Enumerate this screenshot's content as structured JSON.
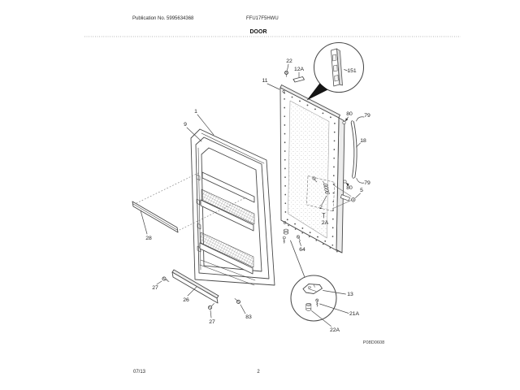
{
  "header": {
    "publication_no": "Publication No. 5995634368",
    "model": "FFU17F5HWU",
    "section_title": "DOOR"
  },
  "footer": {
    "date_code": "07/13",
    "page_number": "2"
  },
  "diagram": {
    "drawing_code": "P08D0608",
    "colors": {
      "ink": "#4a4a4a",
      "paper": "#ffffff"
    },
    "parts": {
      "p1": "1",
      "p9": "9",
      "p11": "11",
      "p22": "22",
      "p12a": "12A",
      "p151": "151",
      "p80_top": "80",
      "p79_top": "79",
      "p18": "18",
      "p80_bottom": "80",
      "p79_bottom": "79",
      "p5": "5",
      "p2": "2",
      "p2a": "2A",
      "p64": "64",
      "p28": "28",
      "p27_left": "27",
      "p26": "26",
      "p27_right": "27",
      "p83": "83",
      "p13": "13",
      "p21a": "21A",
      "p22a": "22A"
    }
  }
}
